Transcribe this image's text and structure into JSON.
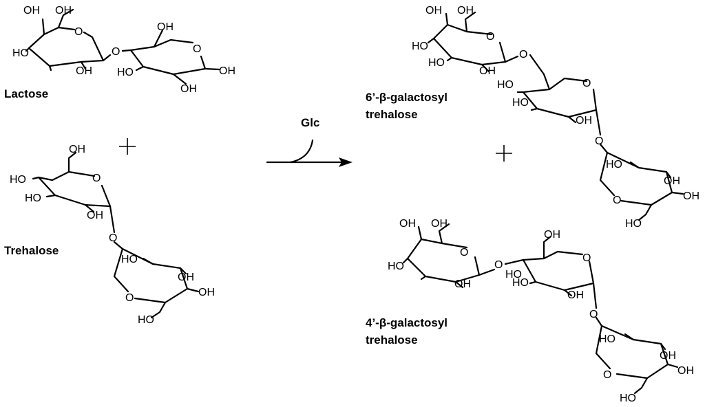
{
  "labels": {
    "lactose": "Lactose",
    "trehalose": "Trehalose",
    "reagent": "Glc",
    "product_6_line1": "6’-β-galactosyl",
    "product_6_line2": "trehalose",
    "product_4_line1": "4’-β-galactosyl",
    "product_4_line2": "trehalose"
  },
  "atoms": {
    "oh": "OH",
    "ho": "HO",
    "o": "O"
  },
  "colors": {
    "ink": "#000000",
    "background": "#ffffff"
  }
}
